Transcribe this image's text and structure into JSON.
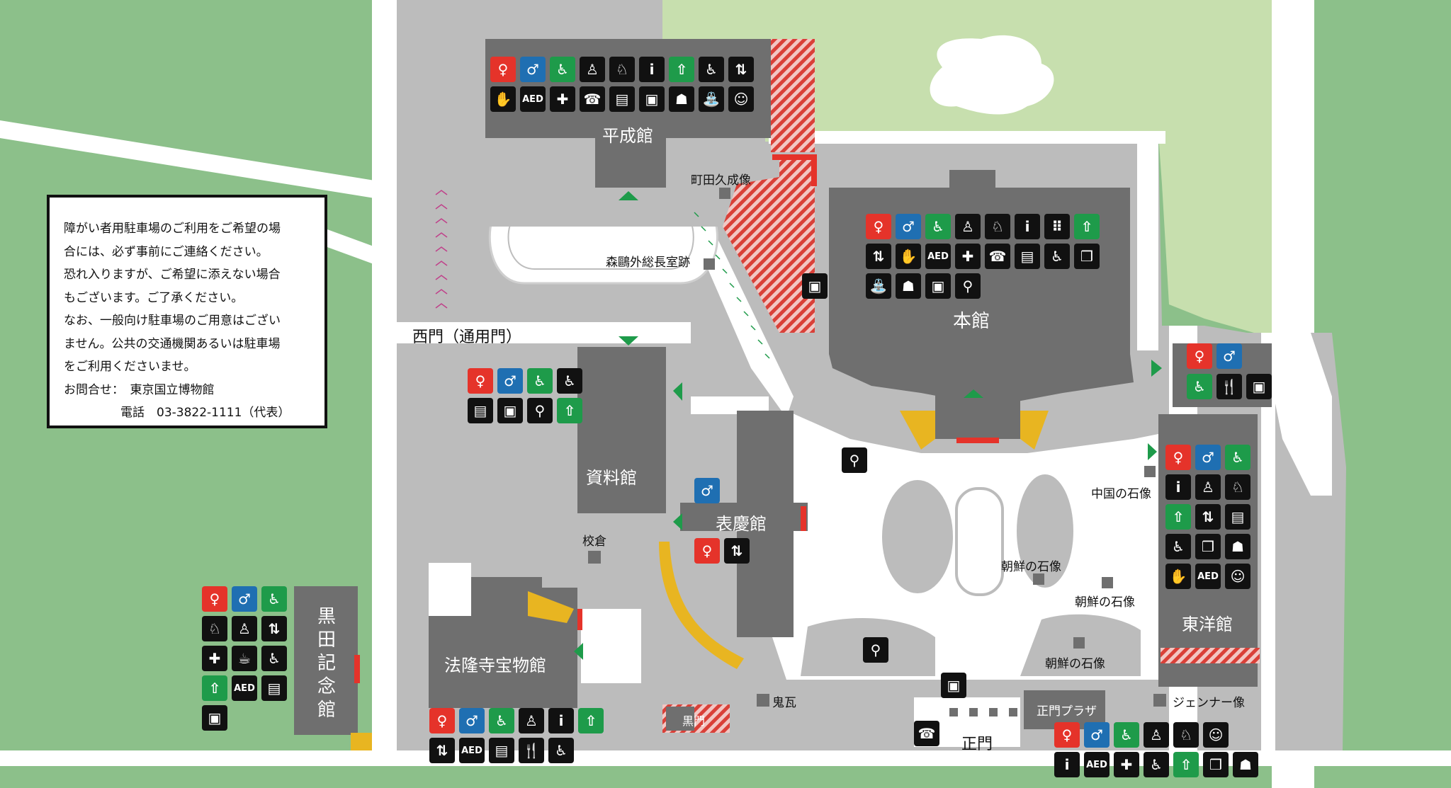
{
  "buildings": {
    "heisei": "平成館",
    "honkan": "本館",
    "shiryo": "資料館",
    "hyokei": "表慶館",
    "toyo": "東洋館",
    "horyuji": "法隆寺宝物館",
    "kuroda": "黒田記念館"
  },
  "gates": {
    "west": "西門（通用門）",
    "main": "正門",
    "black": "黒門"
  },
  "landmarks": {
    "machida": "町田久成像",
    "moriogai": "森鷗外総長室跡",
    "kogura": "校倉",
    "china_statue": "中国の石像",
    "korea_statue_1": "朝鮮の石像",
    "korea_statue_2": "朝鮮の石像",
    "korea_statue_3": "朝鮮の石像",
    "onigawara": "鬼瓦",
    "seimon_plaza": "正門プラザ",
    "jenner": "ジェンナー像"
  },
  "notice": {
    "lines": [
      "障がい者用駐車場のご利用をご希望の場",
      "合には、必ず事前にご連絡ください。",
      "恐れ入りますが、ご希望に添えない場合",
      "もございます。ご了承ください。",
      "なお、一般向け駐車場のご用意はござい",
      "ません。公共の交通機関あるいは駐車場",
      "をご利用くださいませ。",
      "お問合せ：　東京国立博物館"
    ],
    "tel": "電話　03-3822-1111（代表）"
  },
  "icon_text": {
    "info": "i",
    "aed": "AED"
  },
  "colors": {
    "grass": "#8cc08a",
    "light_grass": "#c7dfae",
    "path": "#bcbcbc",
    "building": "#6f6f6f",
    "accent_red": "#e5332a",
    "accent_yellow": "#e8b521",
    "arrow_green": "#1e9b4a",
    "icon_restroom_female": "#e5332a",
    "icon_restroom_male": "#1f6fb2",
    "icon_accessible": "#1e9b4a"
  },
  "icon_sets": {
    "heisei": [
      "restroom-female",
      "restroom-male",
      "accessible-restroom",
      "baby-changing",
      "diaper-changing",
      "information",
      "emergency-exit",
      "wheelchair",
      "elevator",
      "guide-hand",
      "aed",
      "first-aid",
      "telephone",
      "coin-locker",
      "locker",
      "nursing-room",
      "water-fountain",
      "ostomate"
    ],
    "honkan": [
      "restroom-female",
      "restroom-male",
      "accessible-restroom",
      "baby-changing",
      "diaper-changing",
      "information",
      "braille",
      "emergency-exit",
      "elevator",
      "guide-hand",
      "aed",
      "first-aid",
      "telephone",
      "coin-locker",
      "wheelchair",
      "gift-shop",
      "water-fountain",
      "nursing-room",
      "locker",
      "drinking-fountain"
    ],
    "shiryo": [
      "restroom-female",
      "restroom-male",
      "accessible-restroom",
      "wheelchair",
      "coin-locker",
      "locker",
      "drinking-fountain",
      "emergency-exit"
    ],
    "hyokei": [
      "restroom-male",
      "restroom-female",
      "elevator"
    ],
    "toyo_top": [
      "restroom-female",
      "restroom-male",
      "accessible-restroom",
      "restaurant",
      "locker"
    ],
    "toyo": [
      "restroom-female",
      "restroom-male",
      "accessible-restroom",
      "information",
      "baby-changing",
      "diaper-changing",
      "emergency-exit",
      "elevator",
      "coin-locker",
      "wheelchair",
      "gift-shop",
      "nursing-room",
      "guide-hand",
      "aed",
      "ostomate"
    ],
    "kuroda": [
      "restroom-female",
      "restroom-male",
      "accessible-restroom",
      "diaper-changing",
      "baby-changing",
      "elevator",
      "first-aid",
      "cafe",
      "wheelchair",
      "emergency-exit",
      "aed",
      "coin-locker",
      "locker"
    ],
    "horyuji": [
      "restroom-female",
      "restroom-male",
      "accessible-restroom",
      "baby-changing",
      "information",
      "emergency-exit",
      "elevator",
      "aed",
      "coin-locker",
      "restaurant",
      "wheelchair"
    ],
    "main_gate": [
      "restroom-female",
      "restroom-male",
      "accessible-restroom",
      "baby-changing",
      "diaper-changing",
      "ostomate",
      "information",
      "aed",
      "first-aid",
      "wheelchair",
      "emergency-exit",
      "gift-shop",
      "nursing-room"
    ]
  }
}
